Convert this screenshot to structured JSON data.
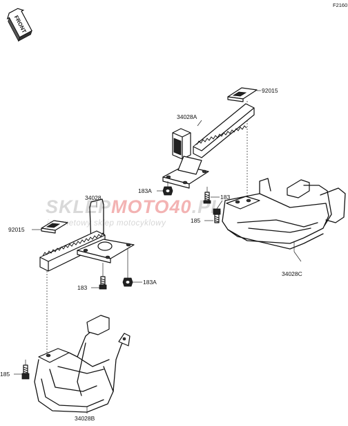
{
  "diagram": {
    "code": "F2160",
    "front_label": "FRONT",
    "watermark": {
      "brand_part1": "SKLEP",
      "brand_part2": "MOTO",
      "brand_part3": "40",
      "brand_part4": ".PL",
      "tagline": "internetowy sklep motocyklowy"
    },
    "labels": {
      "p92015_top": "92015",
      "p34028A": "34028A",
      "p183_right": "183",
      "p183A_right": "183A",
      "p185_right": "185",
      "p34028C": "34028C",
      "p34028": "34028",
      "p92015_left": "92015",
      "p183_left": "183",
      "p183A_left": "183A",
      "p185_left": "185",
      "p34028B": "34028B"
    }
  }
}
